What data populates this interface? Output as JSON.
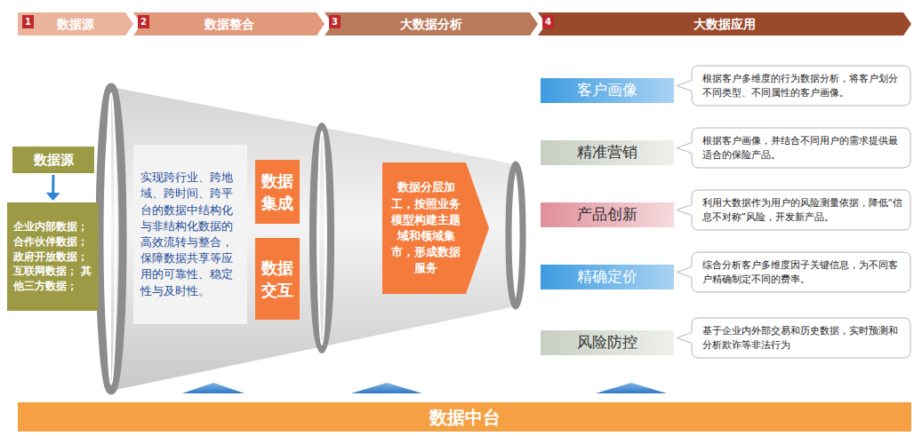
{
  "diagram": {
    "nodes": [
      {
        "text": [
          "1",
          "数据源"
        ]
      },
      {
        "text": [
          "2",
          "数据整合"
        ]
      },
      {
        "text": [
          "3",
          "大数据分析"
        ]
      },
      {
        "text": [
          "4",
          "大数据应用"
        ]
      },
      {
        "text": [
          "数据源"
        ]
      },
      {
        "text": [
          "企业内部数据； 合作伙伴数据； 政府开放数据； 互联网数据； 其他三方数据；"
        ]
      },
      {
        "text": [
          "实现跨行业、跨地域、跨时间、跨平台的数据中结构化与非结构化数据的高效流转与整合，保障数据共享等应用的可靠性、稳定性与及时性。"
        ]
      },
      {
        "text": [
          "数据集成"
        ]
      },
      {
        "text": [
          "数据交互"
        ]
      },
      {
        "text": [
          "数据分层加工，按照业务模型构建主题域和领域集市，形成数据服务"
        ]
      },
      {
        "text": [
          "客户画像"
        ]
      },
      {
        "text": [
          "根据客户多维度的行为数据分析，将客户划分不同类型、不同属性的客户画像。"
        ]
      },
      {
        "text": [
          "精准营销"
        ]
      },
      {
        "text": [
          "根据客户画像，并结合不同用户的需求提供最适合的保险产品。"
        ]
      },
      {
        "text": [
          "产品创新"
        ]
      },
      {
        "text": [
          "利用大数据作为用户的风险测量依据，降低“信息不对称”风险，开发新产品。"
        ]
      },
      {
        "text": [
          "精确定价"
        ]
      },
      {
        "text": [
          "综合分析客户多维度因子关键信息，为不同客户精确制定不同的费率。"
        ]
      },
      {
        "text": [
          "风险防控"
        ]
      },
      {
        "text": [
          "基于企业内外部交易和历史数据，实时预测和分析欺诈等非法行为"
        ]
      },
      {
        "text": [
          "数据中台"
        ]
      }
    ],
    "edges": [
      {
        "from": 4,
        "to": 5,
        "arrow": "to"
      }
    ]
  }
}
